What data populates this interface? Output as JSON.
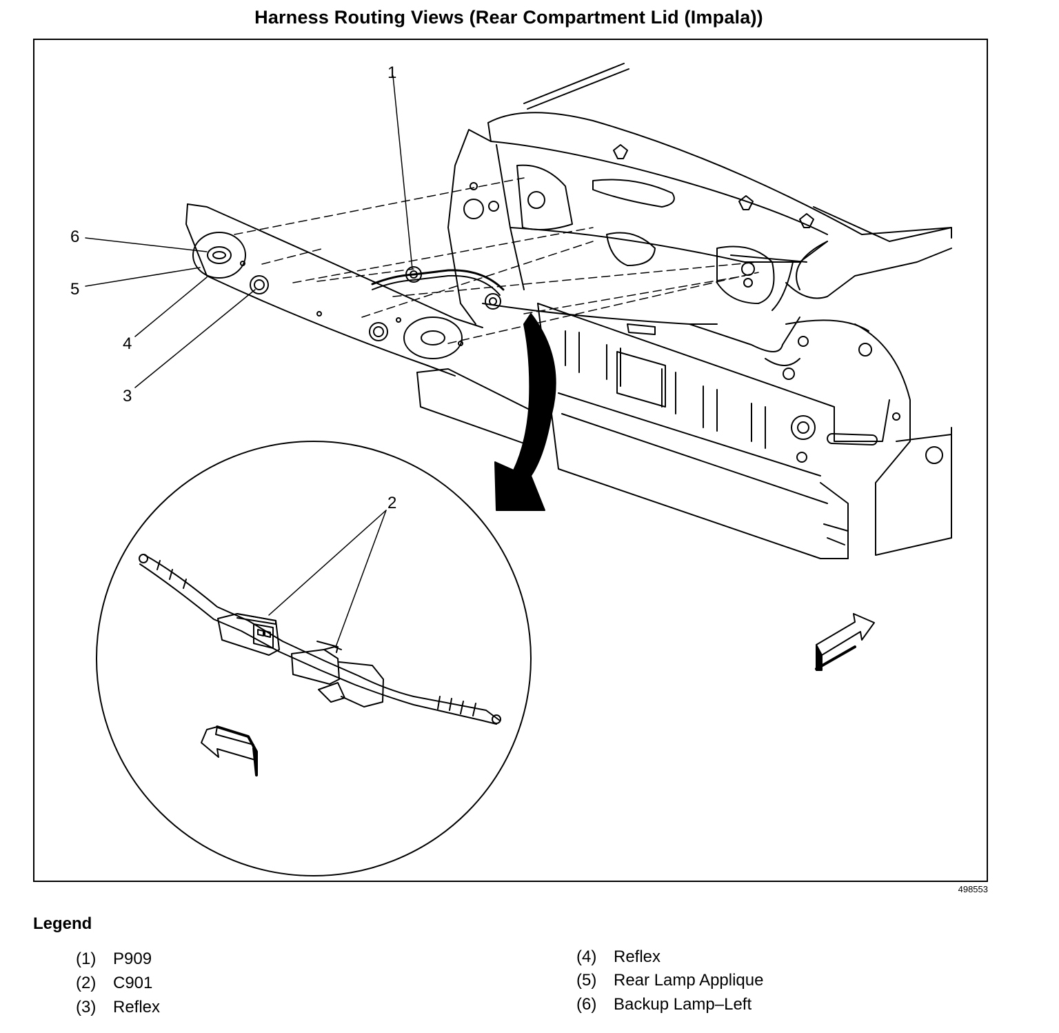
{
  "title": "Harness Routing Views (Rear Compartment Lid (Impala))",
  "figure_id": "498553",
  "callouts": [
    "1",
    "2",
    "3",
    "4",
    "5",
    "6"
  ],
  "legend": {
    "heading": "Legend",
    "items": [
      {
        "num": "(1)",
        "label": "P909"
      },
      {
        "num": "(2)",
        "label": "C901"
      },
      {
        "num": "(3)",
        "label": "Reflex"
      },
      {
        "num": "(4)",
        "label": "Reflex"
      },
      {
        "num": "(5)",
        "label": "Rear Lamp Applique"
      },
      {
        "num": "(6)",
        "label": "Backup Lamp–Left"
      }
    ]
  }
}
